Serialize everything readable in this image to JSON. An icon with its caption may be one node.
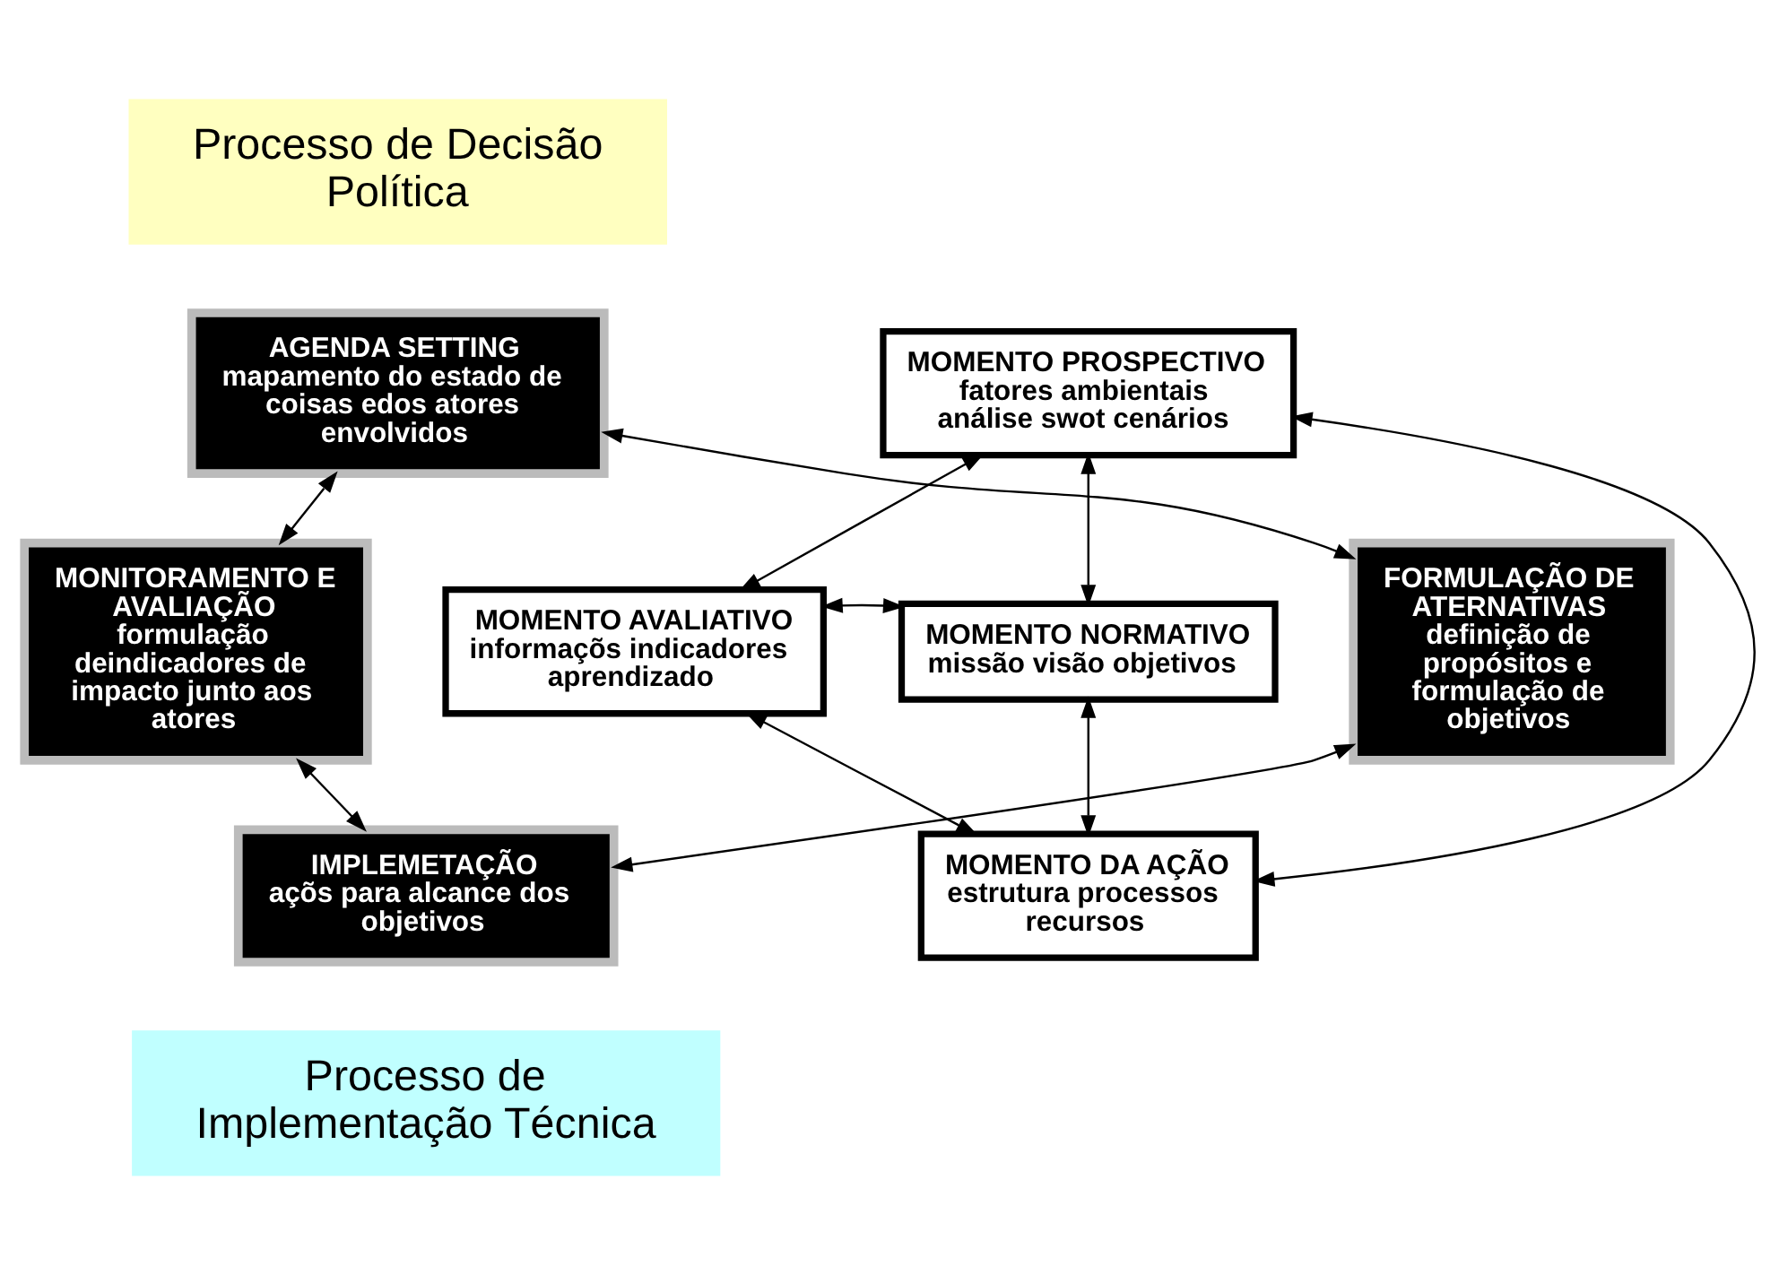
{
  "diagram": {
    "nodes": [
      {
        "text": [
          "Processo de Decisão Política"
        ]
      },
      {
        "text": [
          "Processo de Implementação Técnica"
        ]
      },
      {
        "text": [
          "AGENDA SETTING",
          "mapamento do estado de coisas edos atores envolvidos"
        ]
      },
      {
        "text": [
          "MONITORAMENTO E AVALIAÇÃO",
          "formulação deindicadores de impacto junto aos atores"
        ]
      },
      {
        "text": [
          "FORMULAÇÃO DE ATERNATIVAS",
          "definição de propósitos e formulação de objetivos"
        ]
      },
      {
        "text": [
          "IMPLEMETAÇÃO",
          "açõs para alcance dos objetivos"
        ]
      },
      {
        "text": [
          "MOMENTO PROSPECTIVO",
          "fatores ambientais análise swot cenários"
        ]
      },
      {
        "text": [
          "MOMENTO AVALIATIVO",
          "informaçõs indicadores aprendizado"
        ]
      },
      {
        "text": [
          "MOMENTO NORMATIVO",
          "missão visão objetivos"
        ]
      },
      {
        "text": [
          "MOMENTO DA AÇÃO",
          "estrutura processos recursos"
        ]
      }
    ],
    "edges": [
      {
        "from": 2,
        "to": 3,
        "arrow": "both"
      },
      {
        "from": 2,
        "to": 4,
        "arrow": "both"
      },
      {
        "from": 4,
        "to": 5,
        "arrow": "both"
      },
      {
        "from": 5,
        "to": 3,
        "arrow": "both"
      },
      {
        "from": 6,
        "to": 7,
        "arrow": "both"
      },
      {
        "from": 6,
        "to": 8,
        "arrow": "both"
      },
      {
        "from": 7,
        "to": 9,
        "arrow": "both"
      },
      {
        "from": 8,
        "to": 9,
        "arrow": "both"
      },
      {
        "from": 6,
        "to": 9,
        "arrow": "both"
      },
      {
        "from": 7,
        "to": 8,
        "arrow": "both"
      }
    ]
  }
}
